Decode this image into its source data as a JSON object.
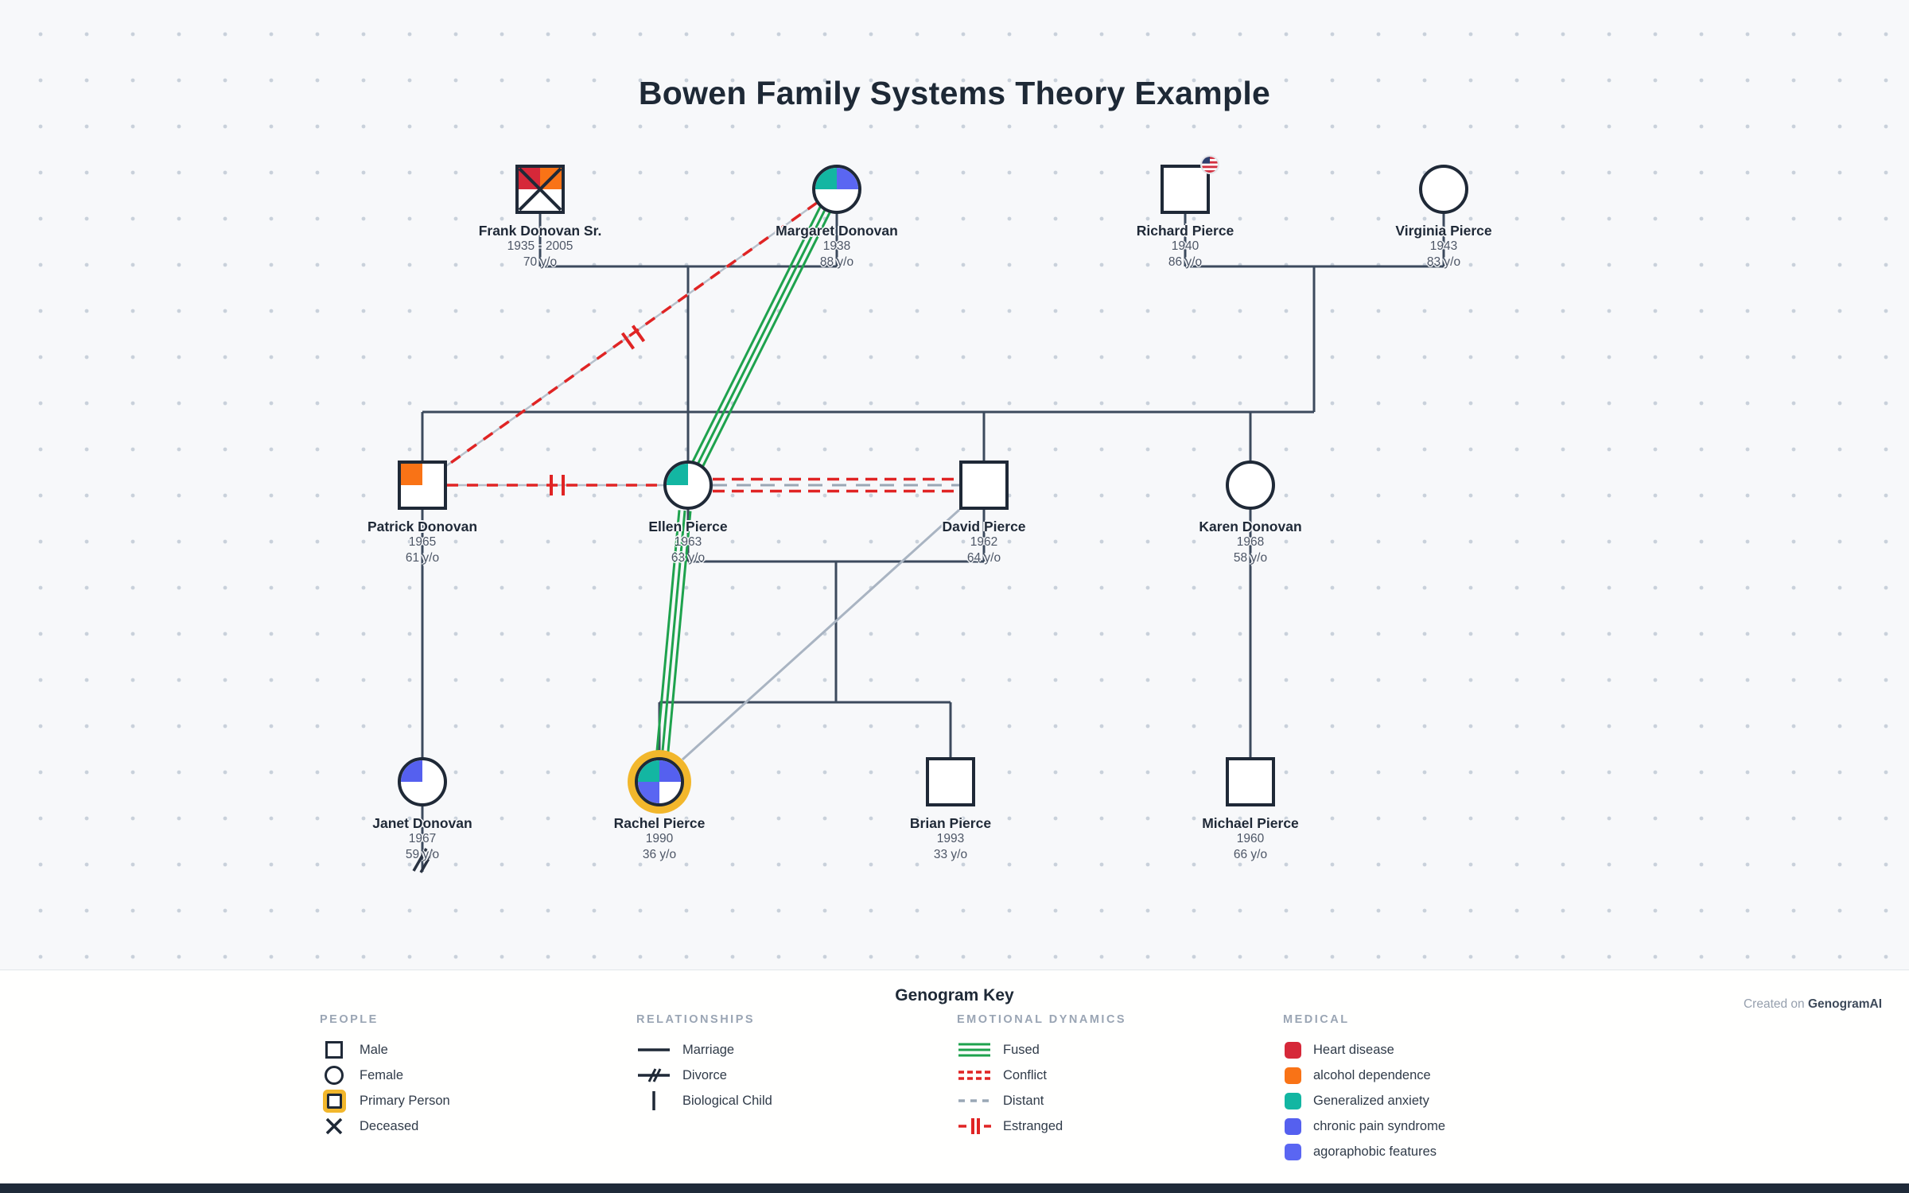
{
  "title": "Bowen Family Systems Theory Example",
  "colors": {
    "node_border": "#1f2937",
    "family_line": "#3c4a5d",
    "fused_green": "#1ea24d",
    "conflict_red": "#e02424",
    "distant_gray": "#a9b4c2",
    "primary_ring": "#f2b72c",
    "background": "#f7f8fa"
  },
  "people": [
    {
      "id": "frank",
      "name": "Frank Donovan Sr.",
      "birth": "1935",
      "death": "2005",
      "age": "70 y/o",
      "sex": "male",
      "deceased": true,
      "conditions": [
        "Heart disease",
        "alcohol dependence"
      ]
    },
    {
      "id": "margaret",
      "name": "Margaret Donovan",
      "birth": "1938",
      "age": "88 y/o",
      "sex": "female",
      "conditions": [
        "Generalized anxiety",
        "agoraphobic features"
      ]
    },
    {
      "id": "richard",
      "name": "Richard Pierce",
      "birth": "1940",
      "age": "86 y/o",
      "sex": "male",
      "immigrant_badge": true
    },
    {
      "id": "virginia",
      "name": "Virginia Pierce",
      "birth": "1943",
      "age": "83 y/o",
      "sex": "female"
    },
    {
      "id": "patrick",
      "name": "Patrick Donovan",
      "birth": "1965",
      "age": "61 y/o",
      "sex": "male",
      "conditions": [
        "alcohol dependence"
      ]
    },
    {
      "id": "ellen",
      "name": "Ellen Pierce",
      "birth": "1963",
      "age": "63 y/o",
      "sex": "female",
      "conditions": [
        "Generalized anxiety"
      ]
    },
    {
      "id": "david",
      "name": "David Pierce",
      "birth": "1962",
      "age": "64 y/o",
      "sex": "male"
    },
    {
      "id": "karen",
      "name": "Karen Donovan",
      "birth": "1968",
      "age": "58 y/o",
      "sex": "female"
    },
    {
      "id": "janet",
      "name": "Janet Donovan",
      "birth": "1967",
      "age": "59 y/o",
      "sex": "female",
      "divorce_mark": true,
      "conditions": [
        "chronic pain syndrome"
      ]
    },
    {
      "id": "rachel",
      "name": "Rachel Pierce",
      "birth": "1990",
      "age": "36 y/o",
      "sex": "female",
      "primary": true,
      "conditions": [
        "Generalized anxiety",
        "chronic pain syndrome",
        "agoraphobic features"
      ]
    },
    {
      "id": "brian",
      "name": "Brian Pierce",
      "birth": "1993",
      "age": "33 y/o",
      "sex": "male"
    },
    {
      "id": "michael",
      "name": "Michael Pierce",
      "birth": "1960",
      "age": "66 y/o",
      "sex": "male"
    }
  ],
  "relationships": {
    "families": [
      {
        "parents": [
          "Frank Donovan Sr.",
          "Margaret Donovan"
        ],
        "children": [
          "Patrick Donovan",
          "Ellen Pierce"
        ]
      },
      {
        "parents": [
          "Richard Pierce",
          "Virginia Pierce"
        ],
        "children": [
          "David Pierce",
          "Karen Donovan"
        ]
      },
      {
        "parents": [
          "Ellen Pierce",
          "David Pierce"
        ],
        "children": [
          "Rachel Pierce",
          "Brian Pierce"
        ]
      },
      {
        "parents": [
          "Patrick Donovan"
        ],
        "children": [
          "Janet Donovan"
        ]
      },
      {
        "parents": [
          "Karen Donovan"
        ],
        "children": [
          "Michael Pierce"
        ]
      }
    ],
    "emotional": [
      {
        "type": "Estranged",
        "between": [
          "Margaret Donovan",
          "Patrick Donovan"
        ]
      },
      {
        "type": "Estranged",
        "between": [
          "Patrick Donovan",
          "Ellen Pierce"
        ]
      },
      {
        "type": "Conflict",
        "between": [
          "Ellen Pierce",
          "David Pierce"
        ]
      },
      {
        "type": "Fused",
        "between": [
          "Margaret Donovan",
          "Ellen Pierce"
        ]
      },
      {
        "type": "Fused",
        "between": [
          "Ellen Pierce",
          "Rachel Pierce"
        ]
      },
      {
        "type": "Distant",
        "between": [
          "David Pierce",
          "Rachel Pierce"
        ]
      }
    ],
    "divorce_marks": [
      "Janet Donovan"
    ]
  },
  "key": {
    "title": "Genogram Key",
    "credit": {
      "prefix": "Created on",
      "brand": "GenogramAI"
    },
    "sections": {
      "people": {
        "header": "PEOPLE",
        "items": [
          {
            "label": "Male",
            "icon": "male-icon"
          },
          {
            "label": "Female",
            "icon": "female-icon"
          },
          {
            "label": "Primary Person",
            "icon": "primary-person-icon"
          },
          {
            "label": "Deceased",
            "icon": "deceased-x-icon"
          }
        ]
      },
      "relationships": {
        "header": "RELATIONSHIPS",
        "items": [
          {
            "label": "Marriage",
            "icon": "marriage-line-icon"
          },
          {
            "label": "Divorce",
            "icon": "divorce-line-icon"
          },
          {
            "label": "Biological Child",
            "icon": "biological-child-line-icon"
          }
        ]
      },
      "emotional": {
        "header": "EMOTIONAL DYNAMICS",
        "items": [
          {
            "label": "Fused",
            "icon": "fused-lines-icon"
          },
          {
            "label": "Conflict",
            "icon": "conflict-dashes-icon"
          },
          {
            "label": "Distant",
            "icon": "distant-dash-icon"
          },
          {
            "label": "Estranged",
            "icon": "estranged-bars-icon"
          }
        ]
      },
      "medical": {
        "header": "MEDICAL",
        "items": [
          {
            "label": "Heart disease",
            "color": "#d62839"
          },
          {
            "label": "alcohol dependence",
            "color": "#f97316"
          },
          {
            "label": "Generalized anxiety",
            "color": "#13b6a2"
          },
          {
            "label": "chronic pain syndrome",
            "color": "#5560ef"
          },
          {
            "label": "agoraphobic features",
            "color": "#5a66f2"
          }
        ]
      }
    }
  }
}
